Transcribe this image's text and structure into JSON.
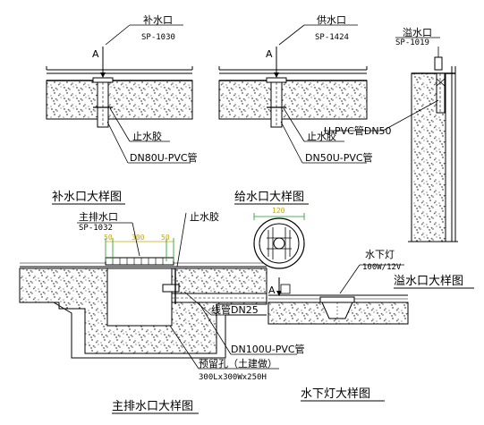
{
  "detail_makeup": {
    "title": "补水口大样图",
    "fitting_label": "补水口",
    "fitting_code": "SP-1030",
    "section_mark": "A",
    "sealant_label": "止水胶",
    "pipe_label": "DN80U-PVC管"
  },
  "detail_supply": {
    "title": "给水口大样图",
    "fitting_label": "供水口",
    "fitting_code": "SP-1424",
    "section_mark": "A",
    "sealant_label": "止水胶",
    "pipe_label": "DN50U-PVC管",
    "pipe_label_2": "U-PVC管DN50"
  },
  "detail_overflow": {
    "title": "溢水口大样图",
    "fitting_label": "溢水口",
    "fitting_code": "SP-1019"
  },
  "detail_main_drain": {
    "title": "主排水口大样图",
    "fitting_label": "主排水口",
    "fitting_code": "SP-1032",
    "sealant_label": "止水胶",
    "conduit_label": "线管DN25",
    "pipe_label": "DN100U-PVC管",
    "recess_label": "预留孔（土建做）",
    "recess_size": "300Lx300Wx250H",
    "dim_side_left": "50",
    "dim_mid": "300",
    "dim_side_right": "50"
  },
  "detail_light": {
    "title": "水下灯大样图",
    "fitting_label": "水下灯",
    "spec": "100W/12V",
    "section_mark": "A",
    "cover_diameter": "120"
  },
  "colors": {
    "line": "#000000",
    "dim_yellow": "#c8a800",
    "dim_green": "#1c9a1c"
  }
}
